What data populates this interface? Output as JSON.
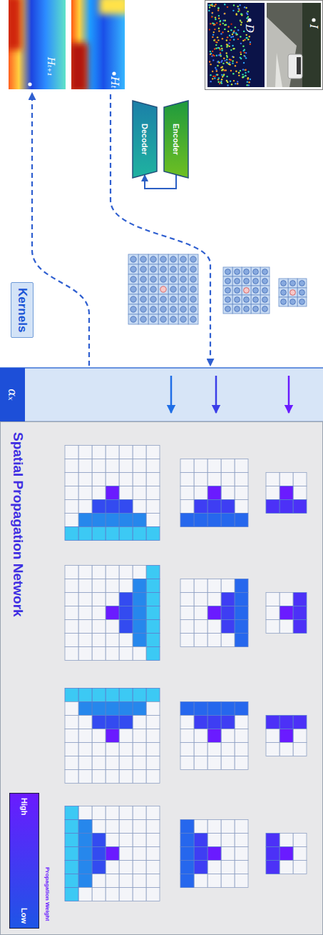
{
  "diagram": {
    "nodes": [
      {
        "text": [
          "I",
          "D"
        ]
      },
      {
        "text": [
          "Encoder"
        ]
      },
      {
        "text": [
          "Decoder"
        ]
      },
      {
        "text": [
          "Kernels"
        ]
      },
      {
        "text": [
          "αₓ"
        ]
      },
      {
        "text": [
          "Spatial Propagation Network"
        ]
      }
    ],
    "edges": [
      {
        "from": 1,
        "to": 2,
        "arrow": "to"
      }
    ],
    "labels": [
      "Hₜ",
      "Hₜ₊₁",
      "Propagation Weight"
    ],
    "legend": [
      {
        "text": "High",
        "color": "#6a1bff"
      },
      {
        "text": "Low",
        "color": "#1e55e6"
      }
    ]
  }
}
